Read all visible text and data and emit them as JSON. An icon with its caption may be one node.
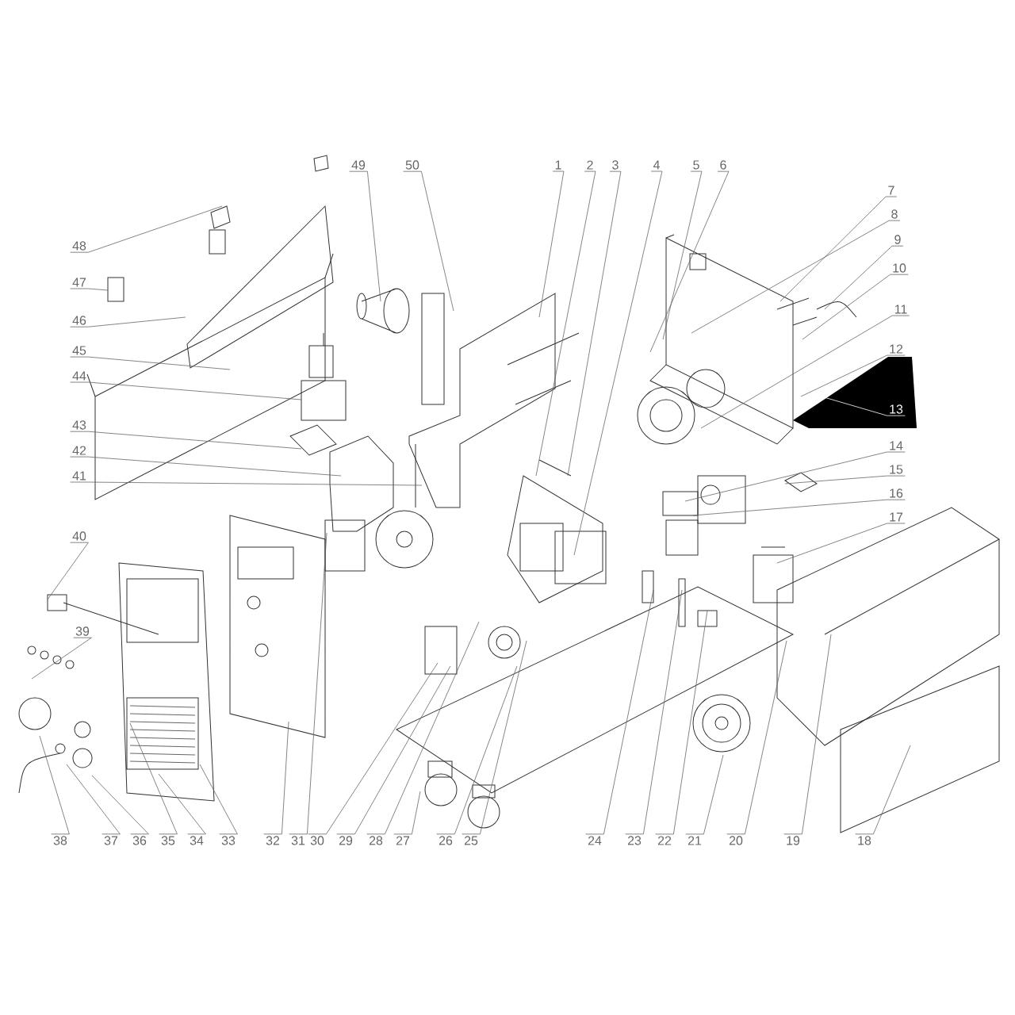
{
  "diagram": {
    "nodes": [
      {
        "text": [
          "1"
        ]
      },
      {
        "text": [
          "2"
        ]
      },
      {
        "text": [
          "3"
        ]
      },
      {
        "text": [
          "4"
        ]
      },
      {
        "text": [
          "5"
        ]
      },
      {
        "text": [
          "6"
        ]
      },
      {
        "text": [
          "7"
        ]
      },
      {
        "text": [
          "8"
        ]
      },
      {
        "text": [
          "9"
        ]
      },
      {
        "text": [
          "10"
        ]
      },
      {
        "text": [
          "11"
        ]
      },
      {
        "text": [
          "12"
        ]
      },
      {
        "text": [
          "13"
        ]
      },
      {
        "text": [
          "14"
        ]
      },
      {
        "text": [
          "15"
        ]
      },
      {
        "text": [
          "16"
        ]
      },
      {
        "text": [
          "17"
        ]
      },
      {
        "text": [
          "18"
        ]
      },
      {
        "text": [
          "19"
        ]
      },
      {
        "text": [
          "20"
        ]
      },
      {
        "text": [
          "21"
        ]
      },
      {
        "text": [
          "22"
        ]
      },
      {
        "text": [
          "23"
        ]
      },
      {
        "text": [
          "24"
        ]
      },
      {
        "text": [
          "25"
        ]
      },
      {
        "text": [
          "26"
        ]
      },
      {
        "text": [
          "27"
        ]
      },
      {
        "text": [
          "28"
        ]
      },
      {
        "text": [
          "29"
        ]
      },
      {
        "text": [
          "30"
        ]
      },
      {
        "text": [
          "31"
        ]
      },
      {
        "text": [
          "32"
        ]
      },
      {
        "text": [
          "33"
        ]
      },
      {
        "text": [
          "34"
        ]
      },
      {
        "text": [
          "35"
        ]
      },
      {
        "text": [
          "36"
        ]
      },
      {
        "text": [
          "37"
        ]
      },
      {
        "text": [
          "38"
        ]
      },
      {
        "text": [
          "39"
        ]
      },
      {
        "text": [
          "40"
        ]
      },
      {
        "text": [
          "41"
        ]
      },
      {
        "text": [
          "42"
        ]
      },
      {
        "text": [
          "43"
        ]
      },
      {
        "text": [
          "44"
        ]
      },
      {
        "text": [
          "45"
        ]
      },
      {
        "text": [
          "46"
        ]
      },
      {
        "text": [
          "47"
        ]
      },
      {
        "text": [
          "48"
        ]
      },
      {
        "text": [
          "49"
        ]
      },
      {
        "text": [
          "50"
        ]
      }
    ],
    "edges": [
      {
        "from": 0,
        "to": null,
        "arrow": "none"
      },
      {
        "from": 1,
        "to": null,
        "arrow": "none"
      },
      {
        "from": 2,
        "to": null,
        "arrow": "none"
      },
      {
        "from": 3,
        "to": null,
        "arrow": "none"
      },
      {
        "from": 4,
        "to": null,
        "arrow": "none"
      },
      {
        "from": 5,
        "to": null,
        "arrow": "none"
      },
      {
        "from": 6,
        "to": null,
        "arrow": "none"
      },
      {
        "from": 7,
        "to": null,
        "arrow": "none"
      },
      {
        "from": 8,
        "to": null,
        "arrow": "none"
      },
      {
        "from": 9,
        "to": null,
        "arrow": "none"
      },
      {
        "from": 10,
        "to": null,
        "arrow": "none"
      },
      {
        "from": 11,
        "to": null,
        "arrow": "none"
      },
      {
        "from": 12,
        "to": null,
        "arrow": "none",
        "color": "#ffffff"
      },
      {
        "from": 13,
        "to": null,
        "arrow": "none"
      },
      {
        "from": 14,
        "to": null,
        "arrow": "none"
      },
      {
        "from": 15,
        "to": null,
        "arrow": "none"
      },
      {
        "from": 16,
        "to": null,
        "arrow": "none"
      },
      {
        "from": 17,
        "to": null,
        "arrow": "none"
      },
      {
        "from": 18,
        "to": null,
        "arrow": "none"
      },
      {
        "from": 19,
        "to": null,
        "arrow": "none"
      },
      {
        "from": 20,
        "to": null,
        "arrow": "none"
      },
      {
        "from": 21,
        "to": null,
        "arrow": "none"
      },
      {
        "from": 22,
        "to": null,
        "arrow": "none"
      },
      {
        "from": 23,
        "to": null,
        "arrow": "none"
      },
      {
        "from": 24,
        "to": null,
        "arrow": "none"
      },
      {
        "from": 25,
        "to": null,
        "arrow": "none"
      },
      {
        "from": 26,
        "to": null,
        "arrow": "none"
      },
      {
        "from": 27,
        "to": null,
        "arrow": "none"
      },
      {
        "from": 28,
        "to": null,
        "arrow": "none"
      },
      {
        "from": 29,
        "to": null,
        "arrow": "none"
      },
      {
        "from": 30,
        "to": null,
        "arrow": "none"
      },
      {
        "from": 31,
        "to": null,
        "arrow": "none"
      },
      {
        "from": 32,
        "to": null,
        "arrow": "none"
      },
      {
        "from": 33,
        "to": null,
        "arrow": "none"
      },
      {
        "from": 34,
        "to": null,
        "arrow": "none"
      },
      {
        "from": 35,
        "to": null,
        "arrow": "none"
      },
      {
        "from": 36,
        "to": null,
        "arrow": "none"
      },
      {
        "from": 37,
        "to": null,
        "arrow": "none"
      },
      {
        "from": 38,
        "to": null,
        "arrow": "none"
      },
      {
        "from": 39,
        "to": null,
        "arrow": "none"
      },
      {
        "from": 40,
        "to": null,
        "arrow": "none"
      },
      {
        "from": 41,
        "to": null,
        "arrow": "none"
      },
      {
        "from": 42,
        "to": null,
        "arrow": "none"
      },
      {
        "from": 43,
        "to": null,
        "arrow": "none"
      },
      {
        "from": 44,
        "to": null,
        "arrow": "none"
      },
      {
        "from": 45,
        "to": null,
        "arrow": "none"
      },
      {
        "from": 46,
        "to": null,
        "arrow": "none"
      },
      {
        "from": 47,
        "to": null,
        "arrow": "none"
      },
      {
        "from": 48,
        "to": null,
        "arrow": "none"
      },
      {
        "from": 49,
        "to": null,
        "arrow": "none"
      }
    ]
  }
}
